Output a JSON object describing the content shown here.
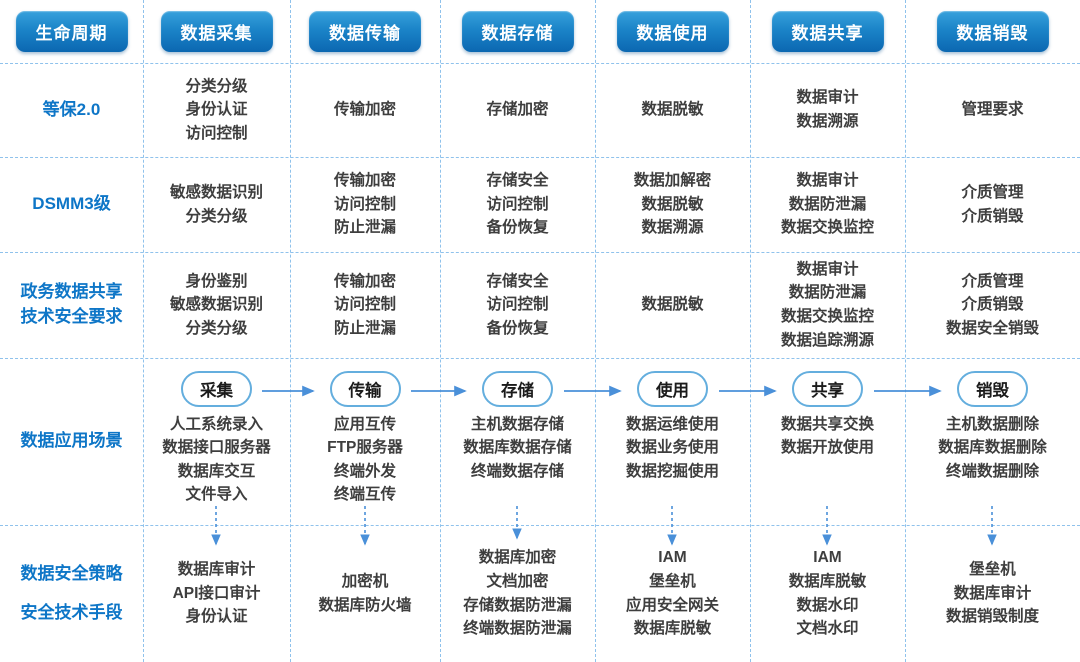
{
  "colors": {
    "header_gradient_top": "#37a1dc",
    "header_gradient_bottom": "#0b67b1",
    "row_label_blue": "#0e76c7",
    "grid_divider_blue": "#8fc2ec",
    "arrow_blue": "#4a90d9",
    "pill_border_blue": "#64aede",
    "body_text": "#3e3e3e"
  },
  "header": {
    "columns": [
      "生命周期",
      "数据采集",
      "数据传输",
      "数据存储",
      "数据使用",
      "数据共享",
      "数据销毁"
    ]
  },
  "standards": [
    {
      "label": [
        "等保2.0"
      ],
      "cells": [
        [
          "分类分级",
          "身份认证",
          "访问控制"
        ],
        [
          "传输加密"
        ],
        [
          "存储加密"
        ],
        [
          "数据脱敏"
        ],
        [
          "数据审计",
          "数据溯源"
        ],
        [
          "管理要求"
        ]
      ]
    },
    {
      "label": [
        "DSMM3级"
      ],
      "cells": [
        [
          "敏感数据识别",
          "分类分级"
        ],
        [
          "传输加密",
          "访问控制",
          "防止泄漏"
        ],
        [
          "存储安全",
          "访问控制",
          "备份恢复"
        ],
        [
          "数据加解密",
          "数据脱敏",
          "数据溯源"
        ],
        [
          "数据审计",
          "数据防泄漏",
          "数据交换监控"
        ],
        [
          "介质管理",
          "介质销毁"
        ]
      ]
    },
    {
      "label": [
        "政务数据共享",
        "技术安全要求"
      ],
      "cells": [
        [
          "身份鉴别",
          "敏感数据识别",
          "分类分级"
        ],
        [
          "传输加密",
          "访问控制",
          "防止泄漏"
        ],
        [
          "存储安全",
          "访问控制",
          "备份恢复"
        ],
        [
          "数据脱敏"
        ],
        [
          "数据审计",
          "数据防泄漏",
          "数据交换监控",
          "数据追踪溯源"
        ],
        [
          "介质管理",
          "介质销毁",
          "数据安全销毁"
        ]
      ]
    }
  ],
  "scenario": {
    "label": [
      "数据应用场景"
    ],
    "stages": [
      {
        "pill": "采集",
        "items": [
          "人工系统录入",
          "数据接口服务器",
          "数据库交互",
          "文件导入"
        ]
      },
      {
        "pill": "传输",
        "items": [
          "应用互传",
          "FTP服务器",
          "终端外发",
          "终端互传"
        ]
      },
      {
        "pill": "存储",
        "items": [
          "主机数据存储",
          "数据库数据存储",
          "终端数据存储"
        ]
      },
      {
        "pill": "使用",
        "items": [
          "数据运维使用",
          "数据业务使用",
          "数据挖掘使用"
        ]
      },
      {
        "pill": "共享",
        "items": [
          "数据共享交换",
          "数据开放使用"
        ]
      },
      {
        "pill": "销毁",
        "items": [
          "主机数据删除",
          "数据库数据删除",
          "终端数据删除"
        ]
      }
    ]
  },
  "security": {
    "label": [
      "数据安全策略",
      "安全技术手段"
    ],
    "cells": [
      [
        "数据库审计",
        "API接口审计",
        "身份认证"
      ],
      [
        "加密机",
        "数据库防火墙"
      ],
      [
        "数据库加密",
        "文档加密",
        "存储数据防泄漏",
        "终端数据防泄漏"
      ],
      [
        "IAM",
        "堡垒机",
        "应用安全网关",
        "数据库脱敏"
      ],
      [
        "IAM",
        "数据库脱敏",
        "数据水印",
        "文档水印"
      ],
      [
        "堡垒机",
        "数据库审计",
        "数据销毁制度"
      ]
    ]
  }
}
